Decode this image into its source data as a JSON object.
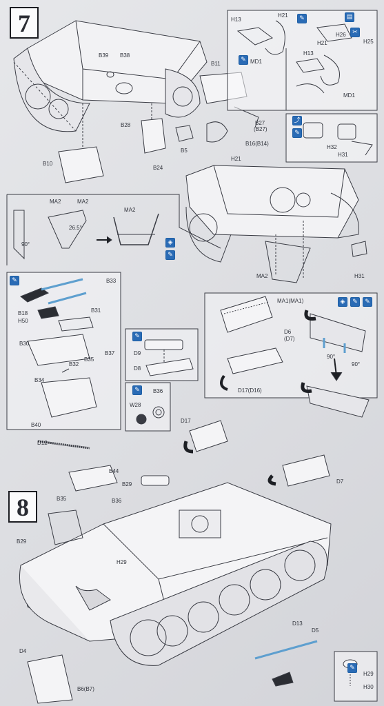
{
  "steps": {
    "step7": "7",
    "step8": "8"
  },
  "icons": {
    "glue": "glue-icon",
    "cut": "cut-icon",
    "bend": "bend-icon",
    "photo_etch": "photo-etch-icon",
    "optional": "optional-icon"
  },
  "colors": {
    "paper": "#dfe0e4",
    "ink": "#2a2c33",
    "accent_blue": "#2a6bb5",
    "photo_etch_blue": "#5e9fcf"
  },
  "step7": {
    "labels": {
      "b39": "B39",
      "b38": "B38",
      "b11": "B11",
      "b28": "B28",
      "b5": "B5",
      "b24": "B24",
      "b10": "B10",
      "h21_main": "H21",
      "b27": "B27",
      "b27_alt": "(B27)",
      "b16": "B16(B14)",
      "h13_a": "H13",
      "h21_a": "H21",
      "md1_a": "MD1",
      "h21_b": "H21",
      "h26": "H26",
      "h25": "H25",
      "h13_b": "H13",
      "md1_b": "MD1",
      "h32": "H32",
      "h31_a": "H31",
      "ma2_a": "MA2",
      "ma2_b": "MA2",
      "ma2_c": "MA2",
      "angle_90": "90°",
      "angle_26": "26.5°",
      "ma2_bottom": "MA2",
      "h31_b": "H31"
    }
  },
  "side_panel": {
    "labels": {
      "b33": "B33",
      "b18": "B18",
      "h50": "H50",
      "b31": "B31",
      "b30": "B30",
      "b32": "B32",
      "b35": "B35",
      "b37": "B37",
      "b34": "B34",
      "b40": "B40",
      "d9": "D9",
      "d8": "D8",
      "w28": "W28",
      "b36": "B36",
      "ma1": "MA1(MA1)",
      "d6": "D6",
      "d7_alt": "(D7)",
      "d17d16": "D17(D16)",
      "angle_a": "90°",
      "angle_b": "90°"
    }
  },
  "step8": {
    "labels": {
      "d12": "D12",
      "b44": "B44",
      "d17": "D17",
      "d7": "D7",
      "b35": "B35",
      "b36": "B36",
      "b29_a": "B29",
      "b29_b": "B29",
      "h29_a": "H29",
      "d4": "D4",
      "b6b7": "B6(B7)",
      "d13": "D13",
      "d5": "D5",
      "h29_b": "H29",
      "h30": "H30"
    }
  }
}
